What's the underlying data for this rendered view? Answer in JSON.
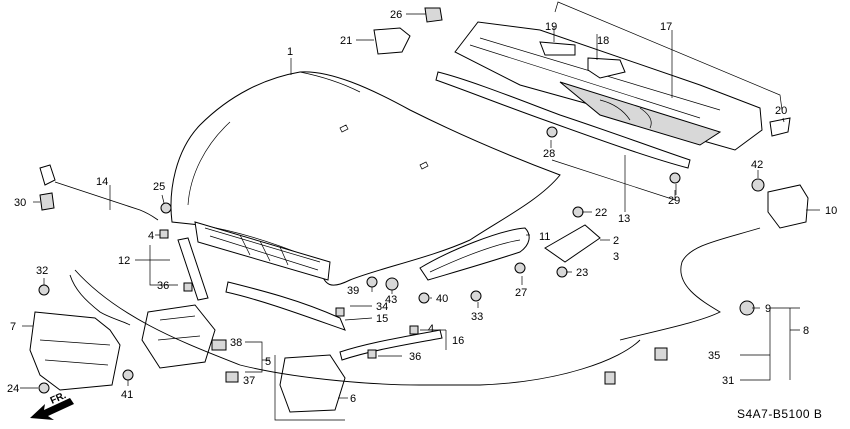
{
  "diagram_code": "S4A7-B5100 B",
  "front_arrow_label": "FR.",
  "callouts": [
    "1",
    "2",
    "3",
    "4",
    "5",
    "6",
    "7",
    "8",
    "9",
    "10",
    "11",
    "12",
    "13",
    "14",
    "15",
    "16",
    "17",
    "18",
    "19",
    "20",
    "21",
    "22",
    "23",
    "24",
    "25",
    "26",
    "27",
    "28",
    "29",
    "30",
    "31",
    "32",
    "33",
    "34",
    "35",
    "36",
    "37",
    "38",
    "39",
    "40",
    "41",
    "42",
    "43"
  ]
}
